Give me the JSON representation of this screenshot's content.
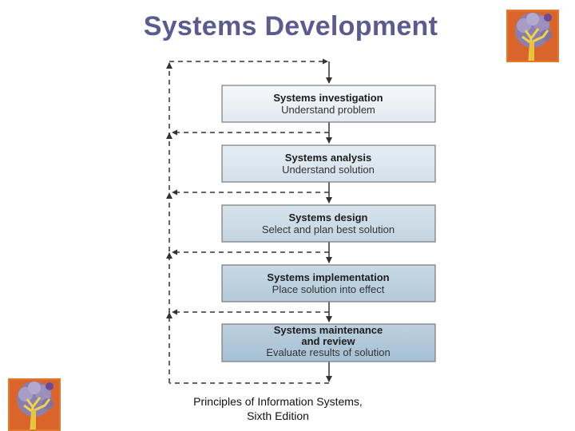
{
  "slide": {
    "title": "Systems Development",
    "caption_line1": "Principles of Information Systems,",
    "caption_line2": "Sixth Edition"
  },
  "steps": [
    {
      "title": "Systems investigation",
      "subtitle": "Understand problem"
    },
    {
      "title": "Systems analysis",
      "subtitle": "Understand solution"
    },
    {
      "title": "Systems design",
      "subtitle": "Select and plan best solution"
    },
    {
      "title": "Systems implementation",
      "subtitle": "Place solution into effect"
    },
    {
      "title": "Systems maintenance",
      "title2": "and review",
      "subtitle": "Evaluate results of solution"
    }
  ],
  "icons": {
    "top_right": "tree-logo-icon",
    "bottom_left": "tree-logo-icon"
  },
  "colors": {
    "title": "#5b5b8f",
    "box_light": "#eef3f7",
    "box_dark": "#a9c3d6",
    "border": "#7a7a7a",
    "arrow": "#333333"
  }
}
